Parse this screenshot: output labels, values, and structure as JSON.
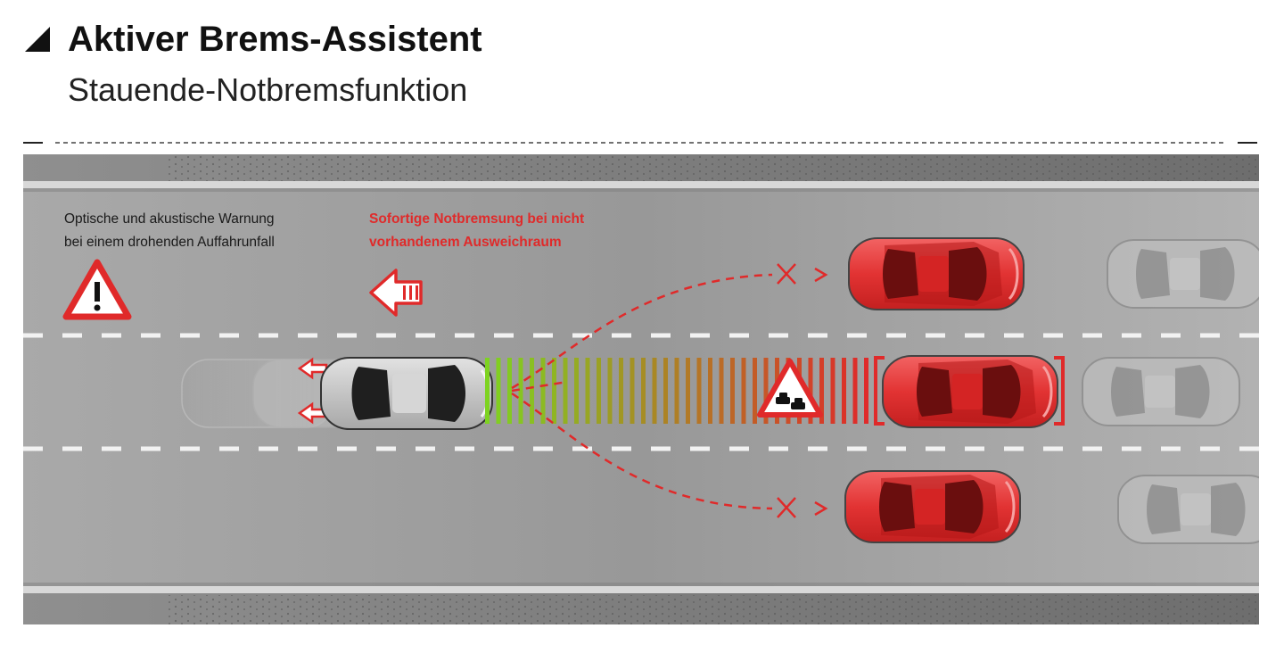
{
  "header": {
    "title": "Aktiver Brems-Assistent",
    "subtitle": "Stauende-Notbremsfunktion"
  },
  "labels": {
    "warning_line1": "Optische und akustische Warnung",
    "warning_line2": "bei einem drohenden Auffahrunfall",
    "braking_line1": "Sofortige Notbremsung bei nicht",
    "braking_line2": "vorhandenem Ausweichraum"
  },
  "colors": {
    "accent_red": "#e02a2a",
    "road_gray": "#9b9b9b",
    "safe_green": "#7ed321",
    "ego_car_silver": "#bfbfbf"
  },
  "icons": {
    "warning_triangle": "warning-triangle-icon",
    "brake_arrow": "brake-arrow-icon",
    "traffic_jam_sign": "traffic-jam-sign-icon"
  }
}
